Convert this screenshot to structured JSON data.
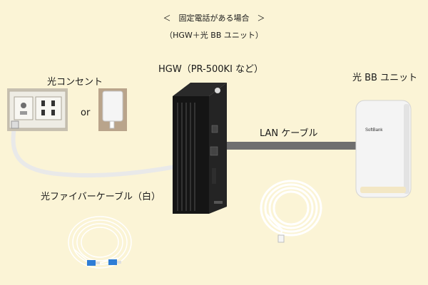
{
  "title": "＜　固定電話がある場合　＞",
  "subtitle": "（HGW＋光 BB ユニット）",
  "labels": {
    "hgw": "HGW（PR-500KI など）",
    "outlet": "光コンセント",
    "or": "or",
    "bb_unit": "光 BB ユニット",
    "lan_cable": "LAN ケーブル",
    "fiber_cable": "光ファイバーケーブル（白）"
  },
  "device_marks": {
    "bb_unit_logo": "SoftBank"
  },
  "colors": {
    "background": "#fbf4d6",
    "hgw_body": "#151515",
    "bb_unit_body": "#f4f4f4",
    "lan_line": "#6f6f6f",
    "fiber_line": "#ffffff",
    "fiber_connector": "#2e7dd6"
  }
}
